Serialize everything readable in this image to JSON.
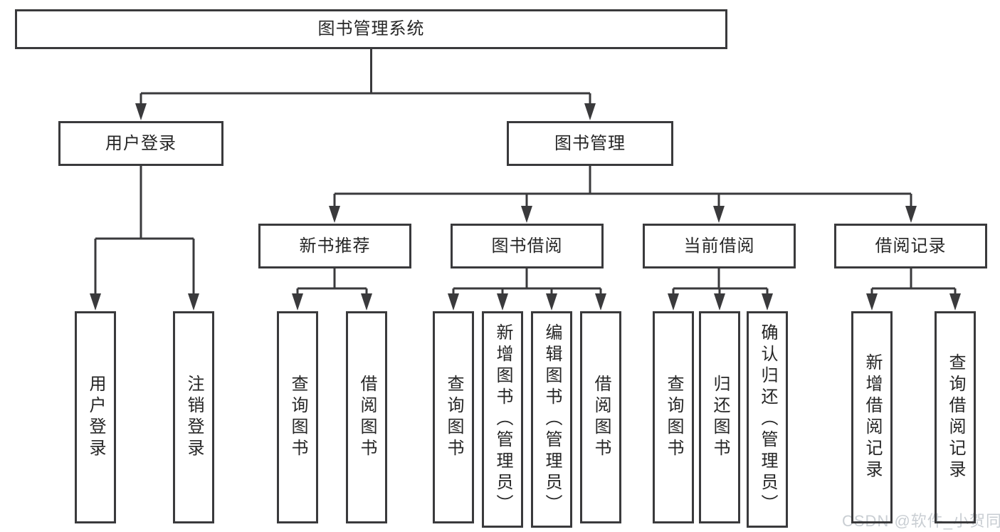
{
  "watermark": "CSDN @软件_小贺同学",
  "colors": {
    "line": "#3a3a3c",
    "text": "#262626",
    "watermark": "#c9ced3",
    "background": "#ffffff"
  },
  "tree": {
    "label": "图书管理系统",
    "children": [
      {
        "label": "用户登录",
        "children": [
          {
            "label": "用户登录"
          },
          {
            "label": "注销登录"
          }
        ]
      },
      {
        "label": "图书管理",
        "children": [
          {
            "label": "新书推荐",
            "children": [
              {
                "label": "查询图书"
              },
              {
                "label": "借阅图书"
              }
            ]
          },
          {
            "label": "图书借阅",
            "children": [
              {
                "label": "查询图书"
              },
              {
                "label": "新增图书（管理员）"
              },
              {
                "label": "编辑图书（管理员）"
              },
              {
                "label": "借阅图书"
              }
            ]
          },
          {
            "label": "当前借阅",
            "children": [
              {
                "label": "查询图书"
              },
              {
                "label": "归还图书"
              },
              {
                "label": "确认归还（管理员）"
              }
            ]
          },
          {
            "label": "借阅记录",
            "children": [
              {
                "label": "新增借阅记录"
              },
              {
                "label": "查询借阅记录"
              }
            ]
          }
        ]
      }
    ]
  }
}
